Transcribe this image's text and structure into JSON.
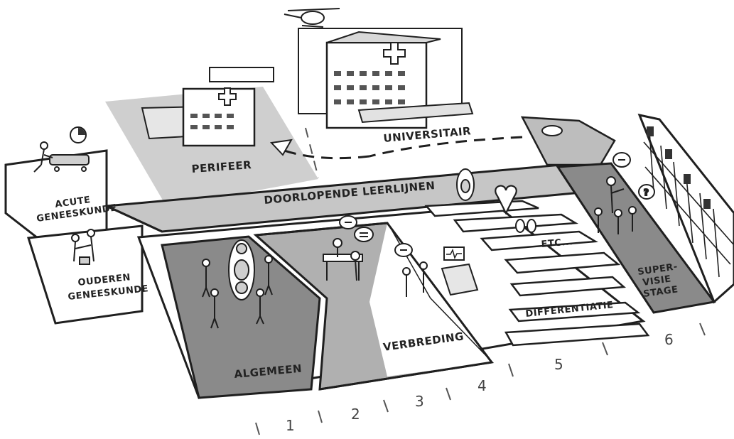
{
  "labels": {
    "perifeer": "PERIFEER",
    "universitair": "UNIVERSITAIR",
    "doorlopende": "DOORLOPENDE LEERLIJNEN",
    "acute": [
      "ACUTE",
      "GENEESKUNDE"
    ],
    "ouderen": [
      "OUDEREN",
      "GENEESKUNDE"
    ],
    "algemeen": "ALGEMEEN",
    "verbreding": "VERBREDING",
    "etc": "ETC...",
    "differentiatie": "DIFFERENTIATIE",
    "supervisie": [
      "SUPER-",
      "VISIE",
      "STAGE"
    ]
  },
  "year_markers": [
    "1",
    "2",
    "3",
    "4",
    "5",
    "6"
  ],
  "colors": {
    "ink": "#1f1f1f",
    "dark_fill": "#8a8a8a",
    "mid_fill": "#b0b0b0",
    "light_fill": "#d2d2d2",
    "paper": "#ffffff"
  },
  "icons": [
    "hospital-icon",
    "helicopter-icon",
    "clock-icon",
    "stretcher-icon",
    "anatomy-figure-icon",
    "heart-icon",
    "kidneys-icon",
    "doctor-figure-icon",
    "patient-bed-icon",
    "speech-bubble-icon"
  ]
}
